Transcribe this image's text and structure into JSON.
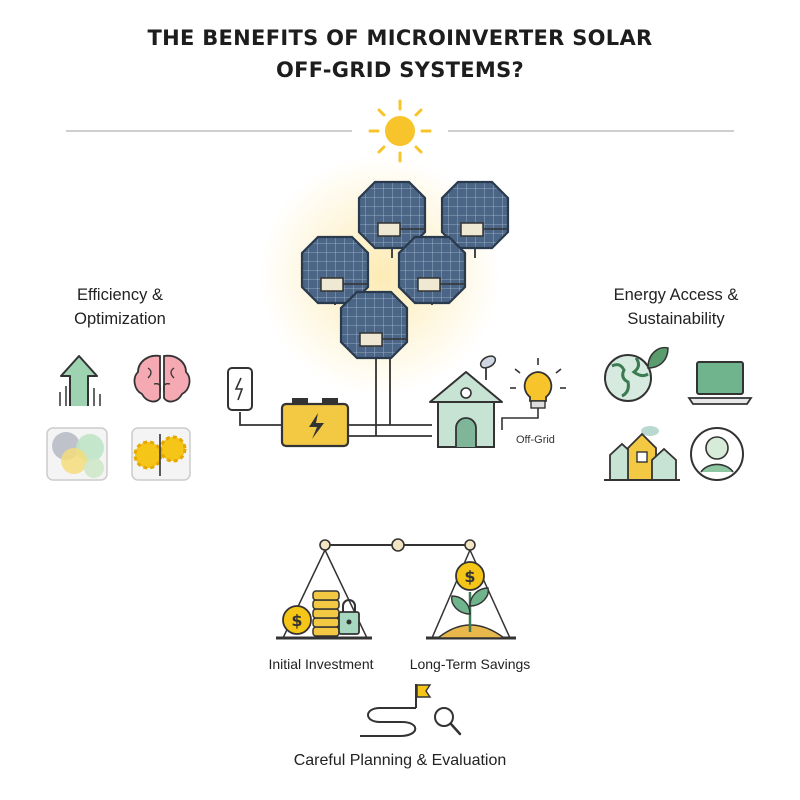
{
  "title": {
    "line1": "THE BENEFITS OF MICROINVERTER SOLAR",
    "line2": "OFF-GRID SYSTEMS?"
  },
  "left_section": {
    "line1": "Efficiency &",
    "line2": "Optimization",
    "icons": [
      "growth-arrows-icon",
      "brain-icon",
      "overlapping-circles-icon",
      "sun-gears-icon"
    ]
  },
  "right_section": {
    "line1": "Energy Access &",
    "line2": "Sustainability",
    "icons": [
      "globe-leaf-icon",
      "laptop-icon",
      "village-houses-icon",
      "person-icon"
    ]
  },
  "center": {
    "off_grid_label": "Off-Grid",
    "icons": [
      "sun-icon",
      "solar-panel-icon",
      "phone-charging-icon",
      "battery-icon",
      "house-icon",
      "satellite-dish-icon",
      "light-bulb-icon"
    ]
  },
  "balance": {
    "left_label": "Initial Investment",
    "right_label": "Long-Term Savings",
    "icons": [
      "coins-lock-icon",
      "money-plant-icon"
    ]
  },
  "planning": {
    "label": "Careful Planning & Evaluation",
    "icons": [
      "winding-path-icon",
      "flag-icon",
      "magnifier-icon"
    ]
  },
  "colors": {
    "accent_yellow": "#f5c518",
    "panel_blue": "#3e5673",
    "green": "#5a9c6e",
    "house_green": "#c6e3d3"
  }
}
